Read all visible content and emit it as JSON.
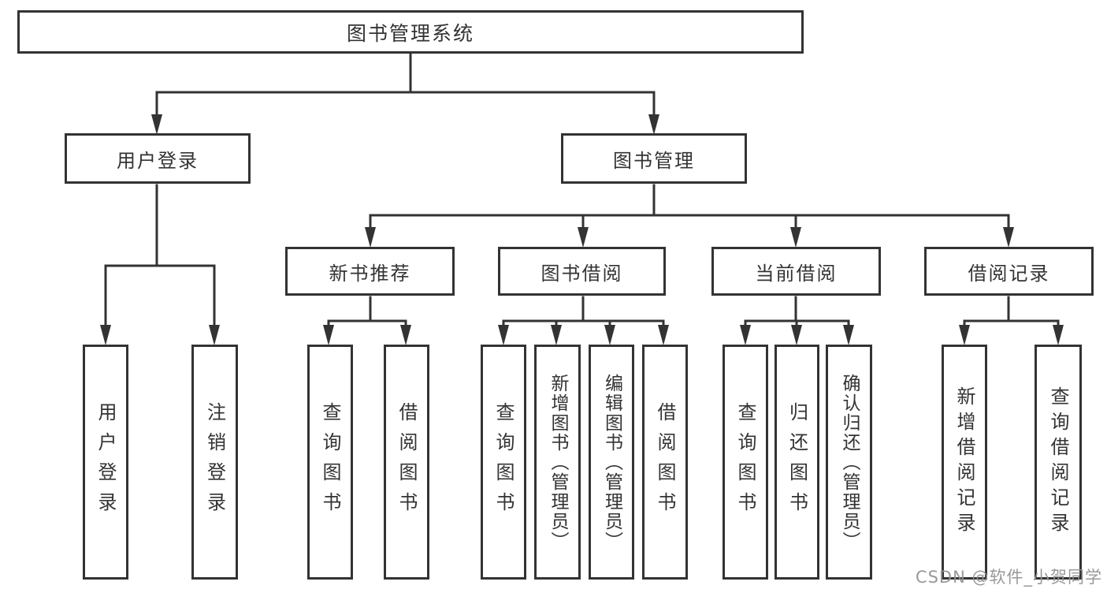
{
  "tree": {
    "root": {
      "label": "图书管理系统"
    },
    "branches": [
      {
        "label": "用户登录",
        "children": [
          {
            "label": "用户登录"
          },
          {
            "label": "注销登录"
          }
        ]
      },
      {
        "label": "图书管理",
        "children": [
          {
            "label": "新书推荐",
            "children": [
              {
                "label": "查询图书"
              },
              {
                "label": "借阅图书"
              }
            ]
          },
          {
            "label": "图书借阅",
            "children": [
              {
                "label": "查询图书"
              },
              {
                "label": "新增图书（管理员）"
              },
              {
                "label": "编辑图书（管理员）"
              },
              {
                "label": "借阅图书"
              }
            ]
          },
          {
            "label": "当前借阅",
            "children": [
              {
                "label": "查询图书"
              },
              {
                "label": "归还图书"
              },
              {
                "label": "确认归还（管理员）"
              }
            ]
          },
          {
            "label": "借阅记录",
            "children": [
              {
                "label": "新增借阅记录"
              },
              {
                "label": "查询借阅记录"
              }
            ]
          }
        ]
      }
    ]
  },
  "watermark": {
    "text": "CSDN @软件_小贺同学"
  },
  "colors": {
    "line": "#333333",
    "text": "#333333",
    "background": "#ffffff",
    "watermark": "#949494"
  }
}
